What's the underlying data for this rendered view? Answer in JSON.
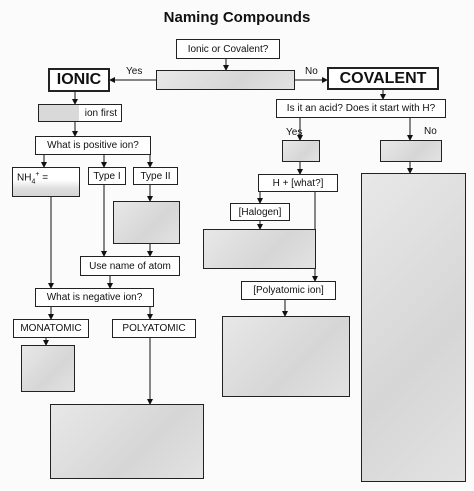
{
  "title": "Naming Compounds",
  "boxes": {
    "ionic_or_covalent": "Ionic or Covalent?",
    "ionic": "IONIC",
    "covalent": "COVALENT",
    "ion_first": "ion first",
    "positive_ion": "What is positive ion?",
    "nh4_base": "NH",
    "nh4_sub": "4",
    "nh4_sup": "+",
    "nh4_eq": " =",
    "type1": "Type I",
    "type2": "Type II",
    "use_name": "Use name of atom",
    "negative_ion": "What is negative ion?",
    "monatomic": "MONATOMIC",
    "polyatomic": "POLYATOMIC",
    "is_acid": "Is it an acid?  Does it start with H?",
    "h_plus": "H  +  [what?]",
    "halogen": "[Halogen]",
    "polyatomic_ion": "[Polyatomic ion]"
  },
  "edge_labels": {
    "yes_left": "Yes",
    "no_right": "No",
    "yes_acid": "Yes",
    "no_acid": "No"
  }
}
